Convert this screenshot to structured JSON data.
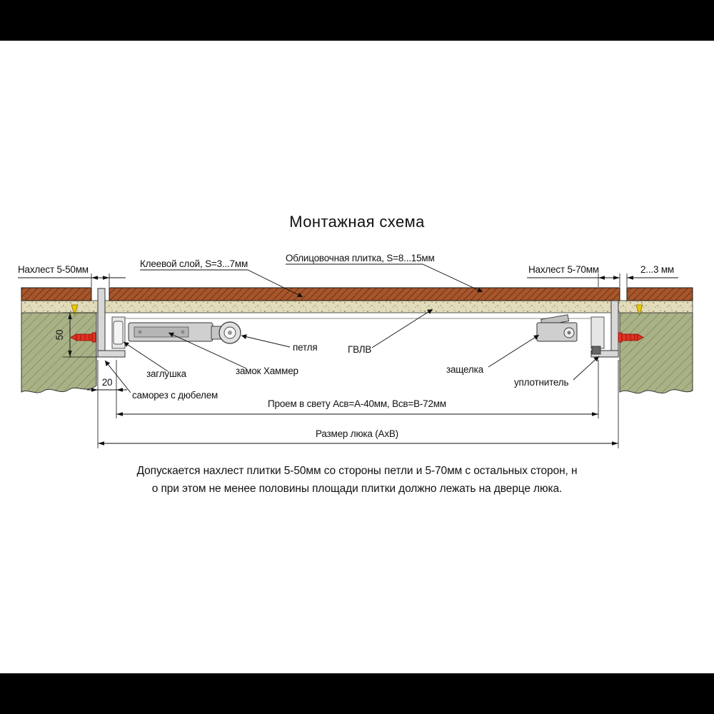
{
  "title": "Монтажная схема",
  "callouts": {
    "overlap_left": "Нахлест 5-50мм",
    "glue_layer": "Клеевой слой, S=3...7мм",
    "facing_tile": "Облицовочная плитка, S=8...15мм",
    "overlap_right": "Нахлест 5-70мм",
    "tile_gap": "2...3 мм",
    "hinge": "петля",
    "gvl_board": "ГВЛВ",
    "plug": "заглушка",
    "hammer_lock": "замок Хаммер",
    "latch": "защелка",
    "seal": "уплотнитель",
    "screw_dowel": "саморез с дюбелем"
  },
  "dimensions": {
    "frame_height": "50",
    "frame_offset": "20",
    "clear_opening": "Проем в свету Aсв=A-40мм, Bсв=B-72мм",
    "hatch_size": "Размер люка (AxB)"
  },
  "note": {
    "line1": "Допускается нахлест плитки 5-50мм со стороны петли и 5-70мм с остальных сторон, н",
    "line2": "о при этом не менее половины площади плитки должно лежать на дверце люка."
  },
  "colors": {
    "tile": "#a7552b",
    "tile_hatch": "#5f2d10",
    "adhesive": "#e3dcba",
    "wall": "#a9b286",
    "wall_hatch": "#6e7850",
    "screw_red": "#e03222",
    "mark_yellow": "#eac800"
  }
}
